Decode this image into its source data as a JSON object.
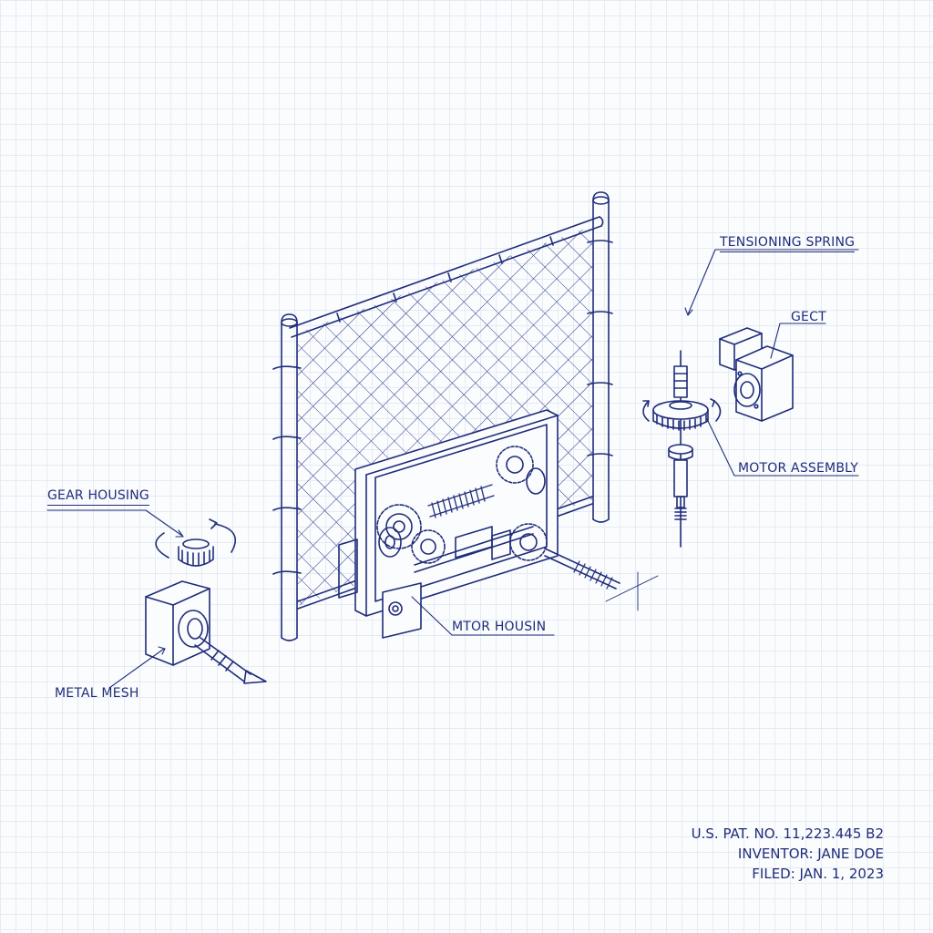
{
  "drawing": {
    "subject": "Motorized chain-link fence tensioning mechanism (exploded isometric patent drawing)",
    "background": "graph-paper grid",
    "colors": {
      "ink": "#1f2d7a",
      "grid": "#e6ebf3",
      "paper": "#fbfcfe"
    }
  },
  "callouts": [
    {
      "id": "tensioning-spring",
      "text": "TENSIONING SPRING"
    },
    {
      "id": "gect",
      "text": "GECT"
    },
    {
      "id": "motor-assembly",
      "text": "MOTOR ASSEMBLY"
    },
    {
      "id": "gear-housing",
      "text": "GEAR HOUSING"
    },
    {
      "id": "metal-mesh",
      "text": "METAL MESH"
    },
    {
      "id": "mtor-housin",
      "text": "MTOR HOUSIN"
    }
  ],
  "patent_info": {
    "number": "U.S. PAT. NO. 11,223.445 B2",
    "inventor": "INVENTOR: JANE DOE",
    "filed": "FILED: JAN. 1, 2023"
  },
  "icons": {
    "rotation-arrow": "curved arrow",
    "gear": "spur gear",
    "motor": "stepper motor block",
    "fence": "chain-link fence panel"
  }
}
